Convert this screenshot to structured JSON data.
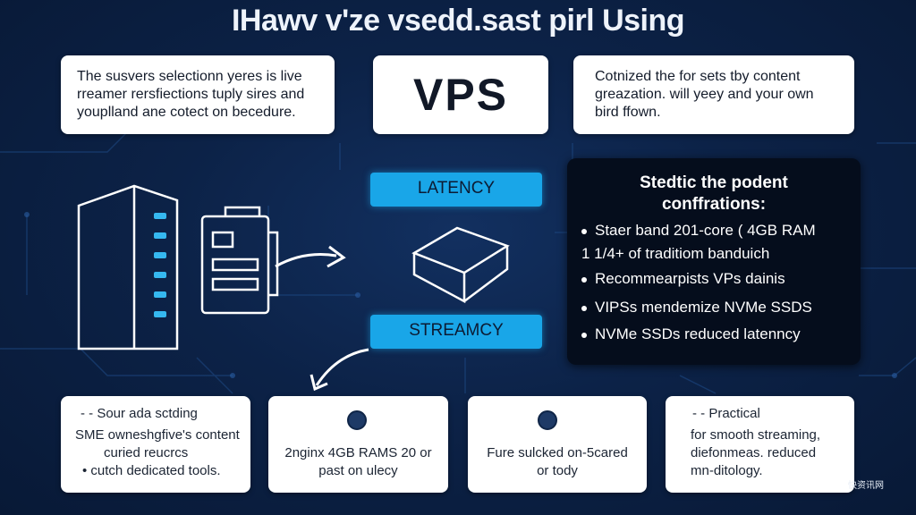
{
  "title": "IHawv v'ze vsedd.sast pirl Using",
  "top_left_card": {
    "lines": [
      "The susvers selectionn yeres is live",
      "rreamer rersfiections tuply sires and",
      "youplland ane cotect on becedure."
    ]
  },
  "vps_card": {
    "label": "VPS"
  },
  "top_right_card": {
    "lines": [
      "Cotnized the for sets tby content",
      "greazation. will yeey and your own",
      "bird ffown."
    ]
  },
  "pills": {
    "latency": "LATENCY",
    "streamcy": "STREAMCY"
  },
  "dark_panel": {
    "title_lines": [
      "Stedtic the podent",
      "conffrations:"
    ],
    "items": [
      "Staer band 201-core ( 4GB RAM",
      "1 1/4+ of traditiom banduich",
      "Recommearpists VPs dainis",
      "VIPSs mendemize NVMe SSDS",
      "NVMe SSDs reduced latenncy"
    ]
  },
  "bottom_cards": {
    "card1": {
      "lines": [
        "-  -  Sour ada sctding",
        "SME owneshgfive's content",
        "curied reucrcs",
        "•  cutch dedicated tools."
      ]
    },
    "card2": {
      "icon": "globe-badge-icon",
      "lines": [
        "2nginx 4GB RAMS 20 or",
        "past on ulecy"
      ]
    },
    "card3": {
      "icon": "power-badge-icon",
      "lines": [
        "Fure sulcked on-5cared",
        "or tody"
      ]
    },
    "card4": {
      "lines": [
        "-  -  Practical",
        "for smooth streaming,",
        "diefonmeas. reduced",
        "mn-ditology."
      ]
    }
  },
  "watermark": "快资讯网",
  "colors": {
    "background": "#0c2247",
    "pill": "#19a6e8",
    "dark_panel": "#050d1c",
    "card": "#ffffff"
  }
}
